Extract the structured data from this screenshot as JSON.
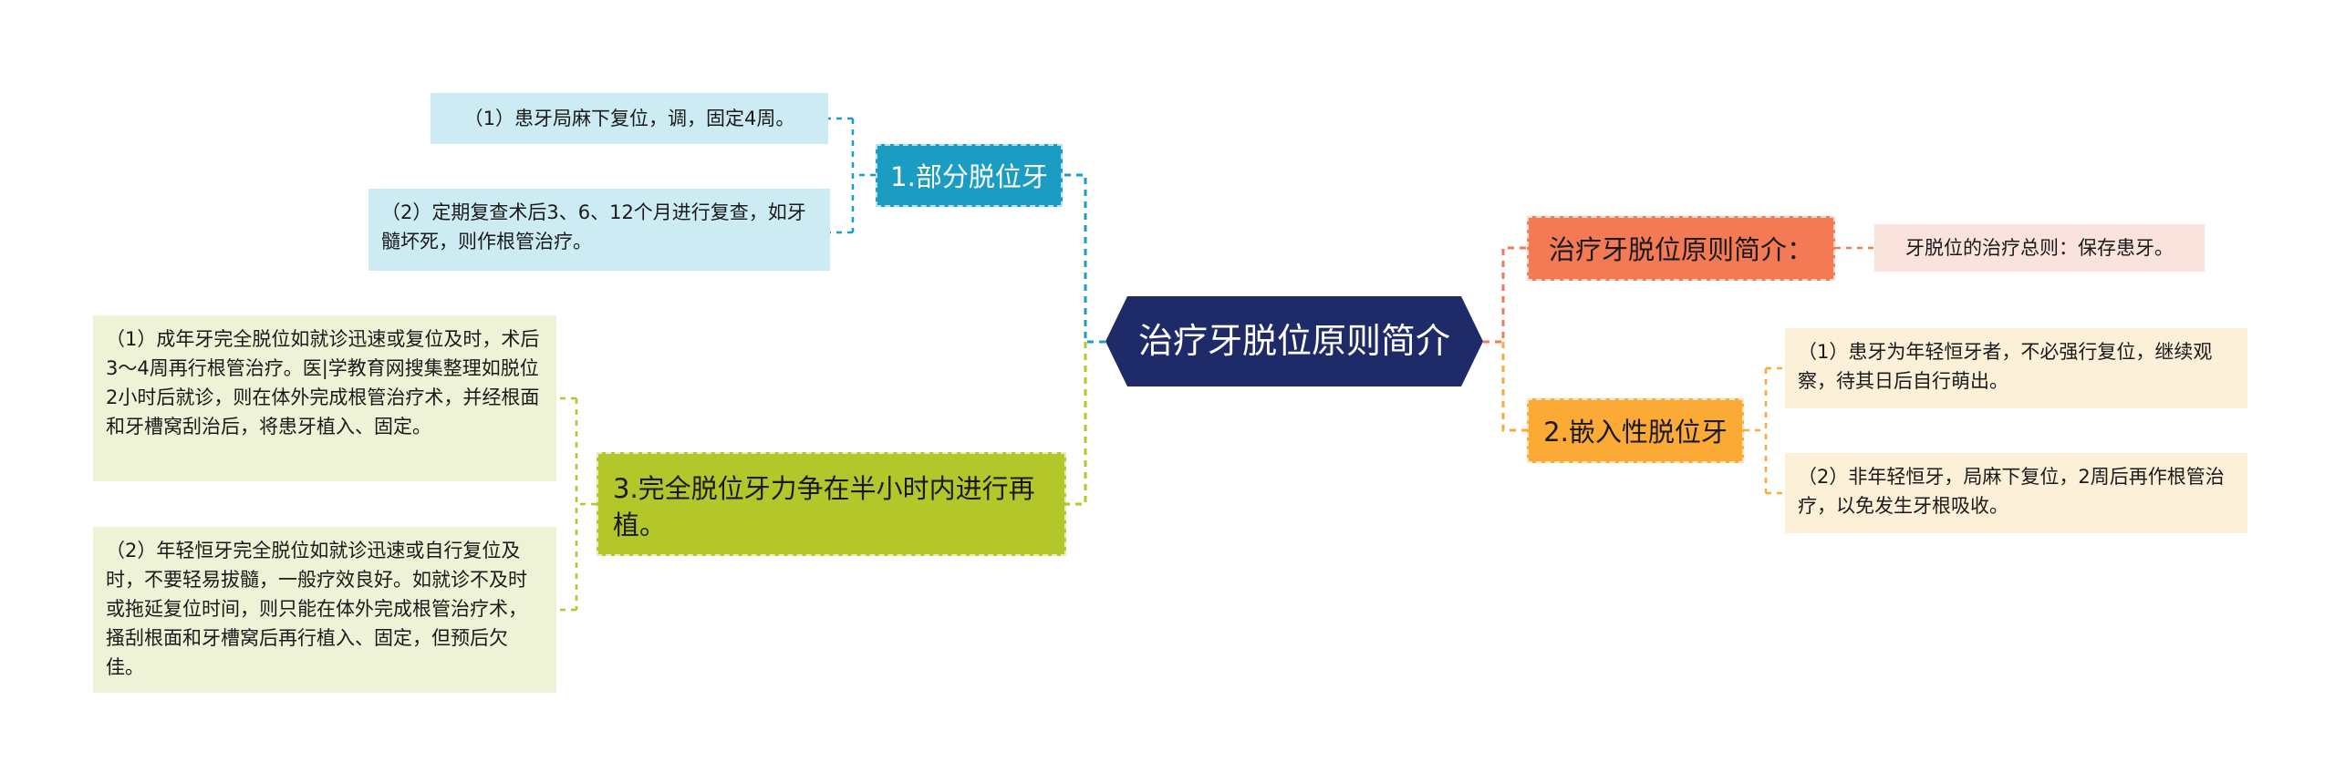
{
  "center": {
    "label": "治疗牙脱位原则简介"
  },
  "branches": [
    {
      "label": "1.部分脱位牙",
      "color": "#1a9cc3",
      "children": [
        "（1）患牙局麻下复位，调，固定4周。",
        "（2）定期复查术后3、6、12个月进行复查，如牙髓坏死，则作根管治疗。"
      ]
    },
    {
      "label": "治疗牙脱位原则简介：",
      "color": "#f47a56",
      "children": [
        "牙脱位的治疗总则：保存患牙。"
      ]
    },
    {
      "label": "2.嵌入性脱位牙",
      "color": "#fbaa35",
      "children": [
        "（1）患牙为年轻恒牙者，不必强行复位，继续观察，待其日后自行萌出。",
        "（2）非年轻恒牙，局麻下复位，2周后再作根管治疗，以免发生牙根吸收。"
      ]
    },
    {
      "label": "3.完全脱位牙力争在半小时内进行再植。",
      "color": "#b3c72a",
      "children": [
        "（1）成年牙完全脱位如就诊迅速或复位及时，术后3～4周再行根管治疗。医|学教育网搜集整理如脱位2小时后就诊，则在体外完成根管治疗术，并经根面和牙槽窝刮治后，将患牙植入、固定。",
        "（2）年轻恒牙完全脱位如就诊迅速或自行复位及时，不要轻易拔髓，一般疗效良好。如就诊不及时或拖延复位时间，则只能在体外完成根管治疗术，搔刮根面和牙槽窝后再行植入、固定，但预后欠佳。"
      ]
    }
  ]
}
